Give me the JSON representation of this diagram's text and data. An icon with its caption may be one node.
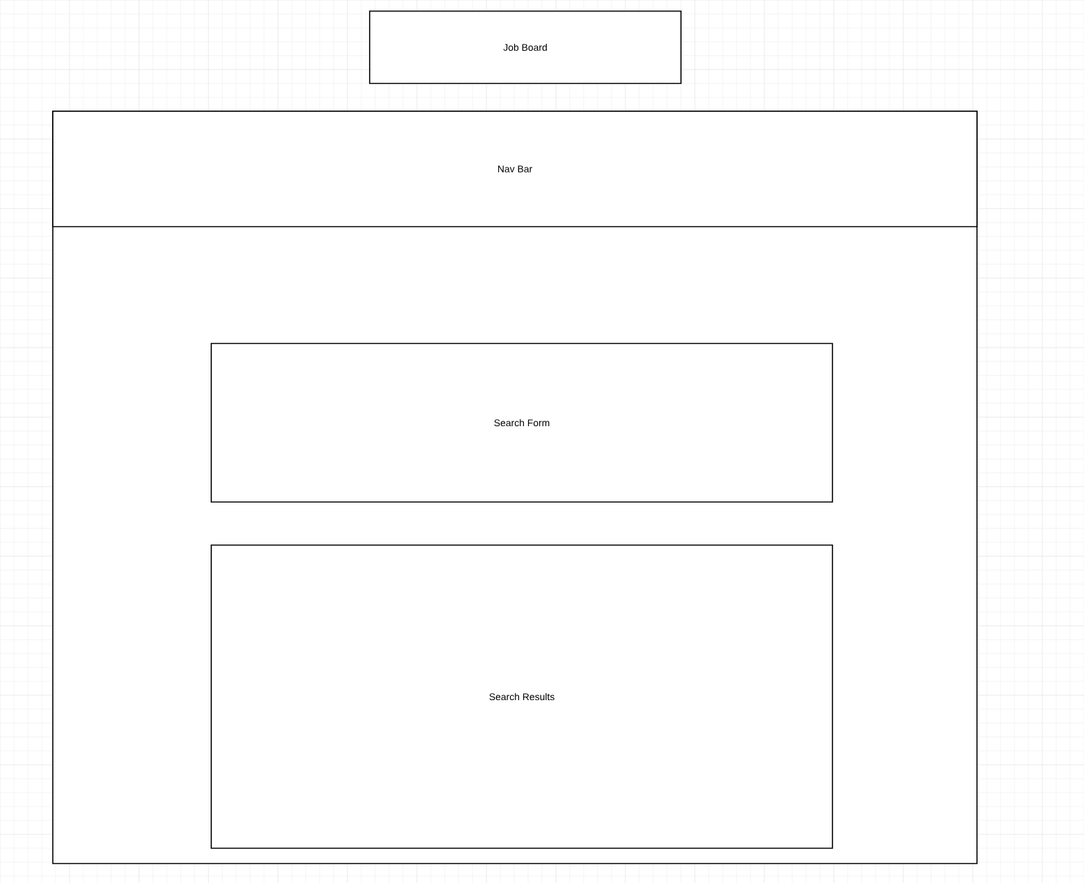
{
  "diagram": {
    "nodes": [
      {
        "text": [
          "Job Board"
        ]
      },
      {
        "text": [],
        "shape": "box"
      },
      {
        "text": [
          "Nav Bar"
        ],
        "in": 1
      },
      {
        "text": [
          "Search Form"
        ],
        "in": 1
      },
      {
        "text": [
          "Search Results"
        ],
        "in": 1
      }
    ]
  }
}
